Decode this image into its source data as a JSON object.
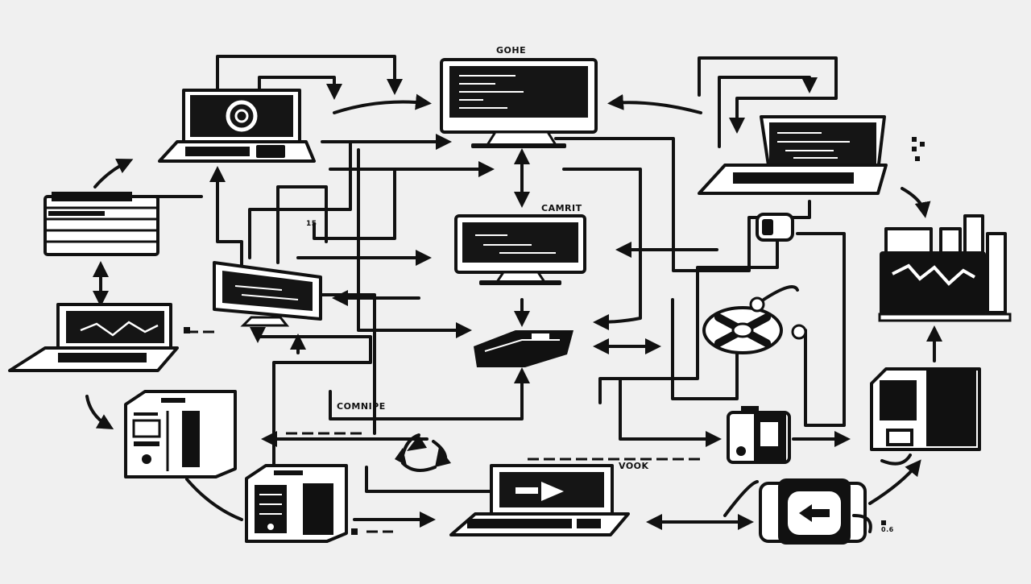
{
  "diagram": {
    "labels": {
      "top_center": "GOHE",
      "center_right": "CAMRIT",
      "center_bottom_left": "COMNIPE",
      "bottom_center": "VOOK",
      "small_left": "15",
      "tiny_right": "0.6"
    },
    "nodes": [
      {
        "id": "laptop-top-left",
        "type": "laptop"
      },
      {
        "id": "monitor-top-center",
        "type": "desktop-monitor"
      },
      {
        "id": "laptop-top-right",
        "type": "laptop"
      },
      {
        "id": "server-stack-left",
        "type": "server-stack"
      },
      {
        "id": "monitor-center",
        "type": "desktop-monitor"
      },
      {
        "id": "monitor-center-left",
        "type": "monitor"
      },
      {
        "id": "laptop-left",
        "type": "laptop"
      },
      {
        "id": "hard-drive-center",
        "type": "storage-drive"
      },
      {
        "id": "gear-node-right",
        "type": "gear"
      },
      {
        "id": "bar-chart-right",
        "type": "chart-panel"
      },
      {
        "id": "tower-left",
        "type": "server-tower"
      },
      {
        "id": "tower-bottom",
        "type": "server-tower"
      },
      {
        "id": "recycle-symbol",
        "type": "recycle"
      },
      {
        "id": "laptop-bottom-center",
        "type": "laptop-video"
      },
      {
        "id": "device-right",
        "type": "device"
      },
      {
        "id": "tower-right",
        "type": "server-tower"
      },
      {
        "id": "bag-bottom-right",
        "type": "device"
      },
      {
        "id": "db-node-right",
        "type": "database"
      }
    ],
    "colors": {
      "ink": "#111111",
      "paper": "#f0f0f0",
      "fill": "#ffffff"
    }
  }
}
